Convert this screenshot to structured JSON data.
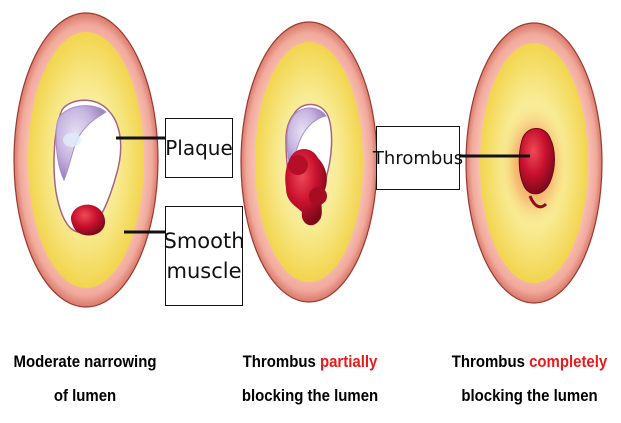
{
  "labels": {
    "plaque": "Plaque",
    "smooth_muscle_line1": "Smooth",
    "smooth_muscle_line2": "muscle",
    "thrombus": "Thrombus"
  },
  "captions": {
    "panel1_line1": "Moderate narrowing",
    "panel1_line2": "of lumen",
    "panel2_line1_prefix": "Thrombus ",
    "panel2_line1_highlight": "partially",
    "panel2_line2": "blocking the lumen",
    "panel3_line1_prefix": "Thrombus ",
    "panel3_line1_highlight": "completely",
    "panel3_line2": "blocking the lumen"
  },
  "colors": {
    "outer_ring": "#f1a99b",
    "outer_ring_edge": "#9c3a2f",
    "wall": "#f6dc62",
    "wall_inner": "#f9f1b4",
    "plaque": "#b9a6d6",
    "thrombus": "#c8102e",
    "caption_highlight": "#e81a1a"
  }
}
